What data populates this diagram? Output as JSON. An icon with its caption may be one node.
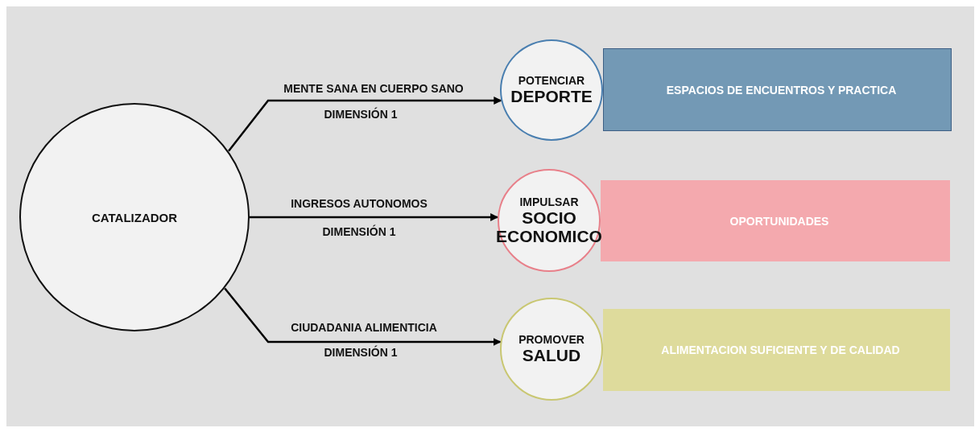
{
  "diagram": {
    "nodes": [
      {
        "text": [
          "CATALIZADOR"
        ]
      },
      {
        "text": [
          "POTENCIAR",
          "DEPORTE"
        ]
      },
      {
        "text": [
          "ESPACIOS DE ENCUENTROS Y PRACTICA"
        ]
      },
      {
        "text": [
          "IMPULSAR",
          "SOCIO ECONOMICO"
        ]
      },
      {
        "text": [
          "OPORTUNIDADES"
        ]
      },
      {
        "text": [
          "PROMOVER",
          "SALUD"
        ]
      },
      {
        "text": [
          "ALIMENTACION SUFICIENTE Y DE CALIDAD"
        ]
      }
    ],
    "edges": [
      {
        "from": 0,
        "to": 1,
        "arrow": "to",
        "label": "MENTE SANA EN CUERPO SANO"
      },
      {
        "from": 0,
        "to": 3,
        "arrow": "to",
        "label": "INGRESOS AUTONOMOS"
      },
      {
        "from": 0,
        "to": 5,
        "arrow": "to",
        "label": "CIUDADANIA ALIMENTICIA"
      }
    ],
    "labels": [
      "DIMENSIÓN 1",
      "DIMENSIÓN 1",
      "DIMENSIÓN 1"
    ]
  }
}
